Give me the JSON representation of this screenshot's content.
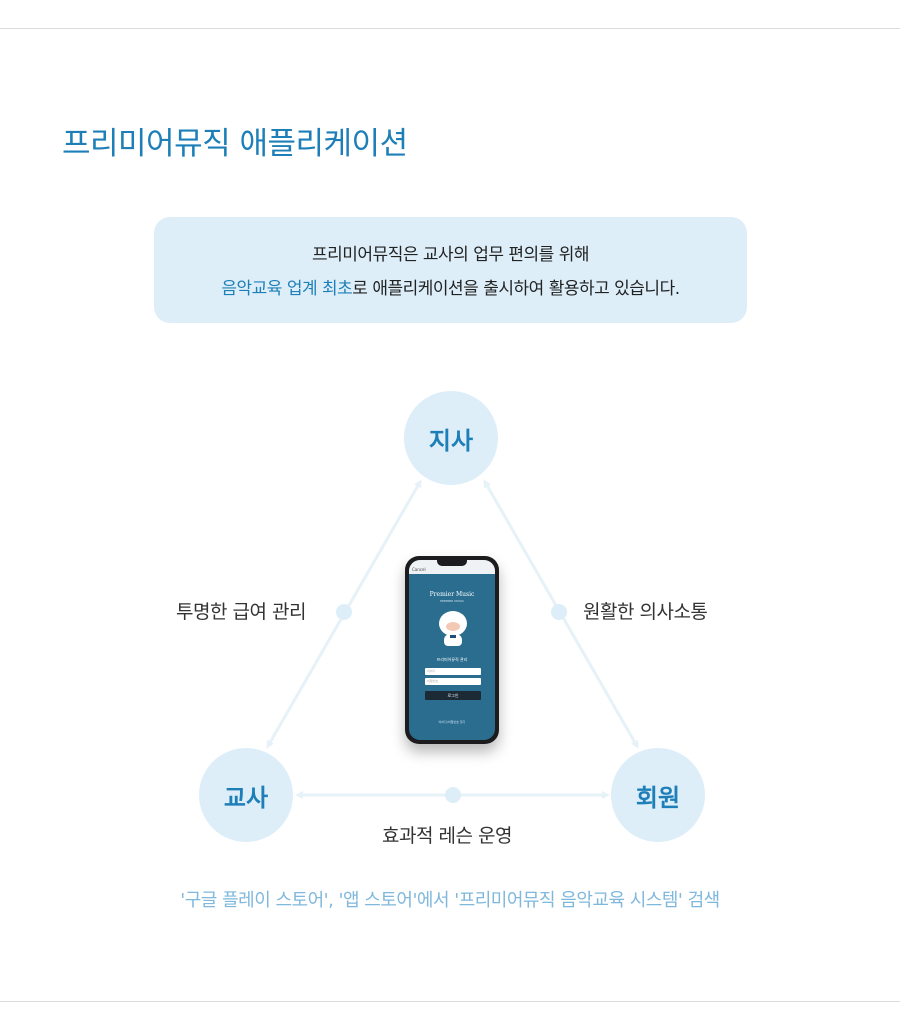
{
  "page_title": "프리미어뮤직 애플리케이션",
  "intro": {
    "line1": "프리미어뮤직은 교사의 업무 편의를 위해",
    "line2_highlight": "음악교육 업계 최초",
    "line2_rest": "로 애플리케이션을 출시하여 활용하고 있습니다."
  },
  "diagram": {
    "nodes": {
      "top": "지사",
      "left": "교사",
      "right": "회원"
    },
    "edges": {
      "left": "투명한 급여 관리",
      "right": "원활한 의사소통",
      "bottom": "효과적 레슨 운영"
    },
    "colors": {
      "node_fill": "#ddeef9",
      "node_text": "#1e7fb8",
      "line": "#e6f1f8",
      "dot": "#ddeef9"
    }
  },
  "phone": {
    "status_cancel": "Cancel",
    "logo": "Premier Music",
    "logo_sub": "PREMIER MUSIC",
    "subtitle": "프리미어뮤직 관리",
    "id_placeholder": "아이디",
    "pw_placeholder": "비밀번호",
    "login_button": "로그인",
    "footer": "아이디/비밀번호 찾기"
  },
  "search_note": "'구글 플레이 스토어', '앱 스토어'에서 '프리미어뮤직 음악교육 시스템' 검색",
  "accent_color": "#1e7fb8"
}
